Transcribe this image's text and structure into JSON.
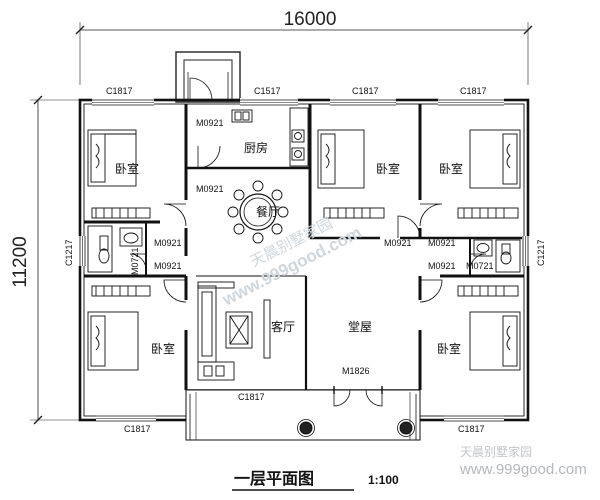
{
  "dimensions": {
    "overall_width": "16000",
    "overall_height": "11200"
  },
  "rooms": {
    "bedroom_nw": "卧室",
    "kitchen": "厨房",
    "dining": "餐厅",
    "bedroom_n1": "卧室",
    "bedroom_ne": "卧室",
    "bedroom_sw": "卧室",
    "living": "客厅",
    "hall": "堂屋",
    "bedroom_se": "卧室"
  },
  "codes": {
    "win_top_1": "C1817",
    "win_top_2": "C1517",
    "win_top_3": "C1817",
    "win_top_4": "C1817",
    "door_kitchen": "M0921",
    "door_dining": "M0921",
    "door_bed_nw": "M0921",
    "door_bed_sw": "M0921",
    "door_bath_w": "M0721",
    "door_bed_n1": "M0921",
    "door_bed_ne": "M0921",
    "door_bed_se": "M0921",
    "door_bath_e": "M0721",
    "win_side_w": "C1217",
    "win_side_e": "C1217",
    "door_main": "M1826",
    "win_porch": "C1817",
    "win_bot_1": "C1817",
    "win_bot_2": "C1817"
  },
  "watermark": {
    "cn": "天晨别墅家园",
    "url": "www.999good.com"
  },
  "footer": {
    "title": "一层平面图",
    "scale": "1:100",
    "brand_cn": "天晨别墅家园",
    "brand_url": "www.999good.com"
  }
}
